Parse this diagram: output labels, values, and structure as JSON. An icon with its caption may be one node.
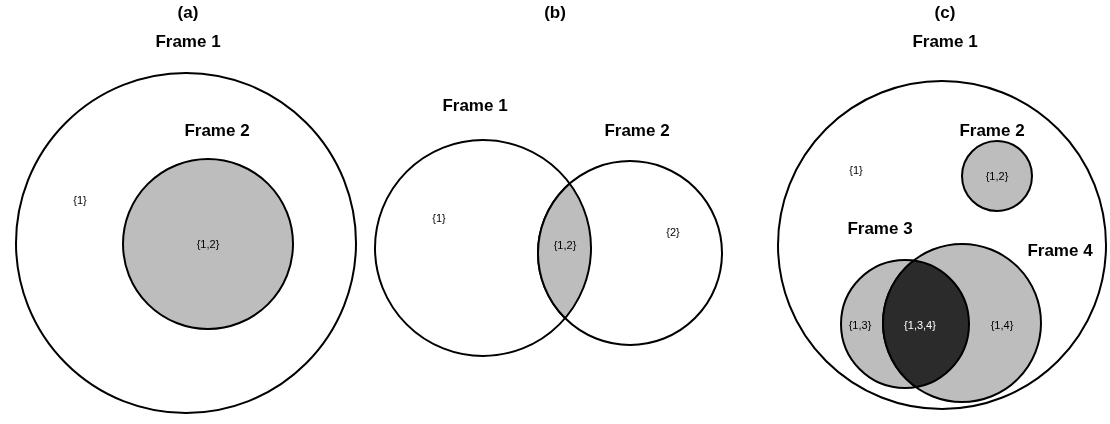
{
  "diagram": {
    "nodes": [
      {
        "text": [
          "Frame 1",
          "{1}"
        ]
      },
      {
        "text": [
          "Frame 2",
          "{1,2}"
        ],
        "in": 0
      },
      {
        "text": [
          "Frame 1",
          "{1}"
        ]
      },
      {
        "text": [
          "Frame 2",
          "{2}"
        ]
      },
      {
        "text": [
          "Frame 1",
          "{1}"
        ]
      },
      {
        "text": [
          "Frame 2",
          "{1,2}"
        ],
        "in": 4
      },
      {
        "text": [
          "Frame 3",
          "{1,3}"
        ],
        "in": 4
      },
      {
        "text": [
          "Frame 4",
          "{1,4}"
        ],
        "in": 4
      }
    ],
    "labels": [
      "(a)",
      "(b)",
      "(c)",
      "{1,2}",
      "{1,3,4}"
    ]
  }
}
